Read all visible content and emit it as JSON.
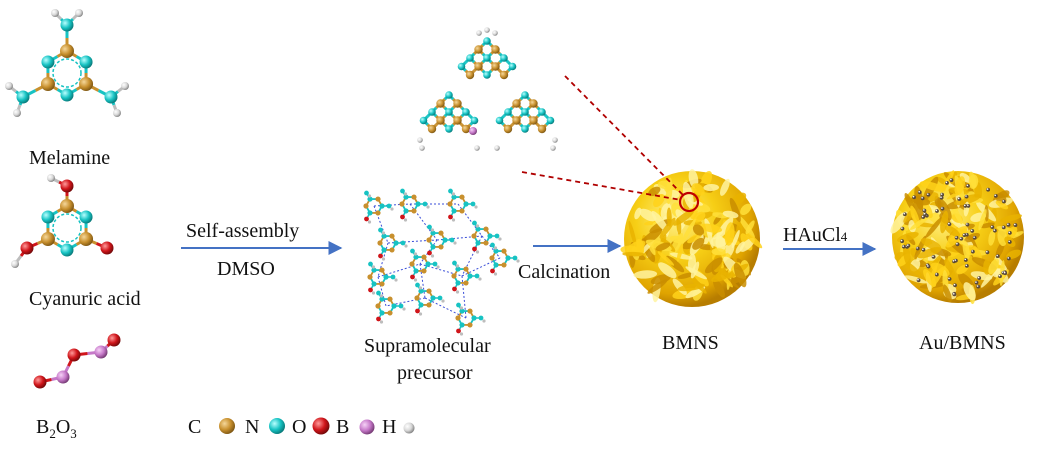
{
  "reactants": {
    "melamine_label": "Melamine",
    "cyanuric_label": "Cyanuric acid",
    "boron_oxide": {
      "main": "B",
      "sub1": "2",
      "mid": "O",
      "sub2": "3"
    }
  },
  "steps": {
    "step1_top": "Self-assembly",
    "step1_bottom": "DMSO",
    "step2": "Calcination",
    "step3_main": "HAuCl",
    "step3_sub": "4"
  },
  "products": {
    "precursor_line1": "Supramolecular",
    "precursor_line2": "precursor",
    "bmns": "BMNS",
    "au_bmns": "Au/BMNS"
  },
  "legend": [
    {
      "symbol": "C",
      "color": "#c8902e"
    },
    {
      "symbol": "N",
      "color": "#17c3c3"
    },
    {
      "symbol": "O",
      "color": "#d0151a"
    },
    {
      "symbol": "B",
      "color": "#c679c9"
    },
    {
      "symbol": "H",
      "color": "#d8d8d8"
    }
  ],
  "colors": {
    "arrow": "#4472c4",
    "pointer": "#b00000",
    "sphere": "#f2c200",
    "bond_c": "#c8902e",
    "bond_n": "#17c3c3"
  }
}
